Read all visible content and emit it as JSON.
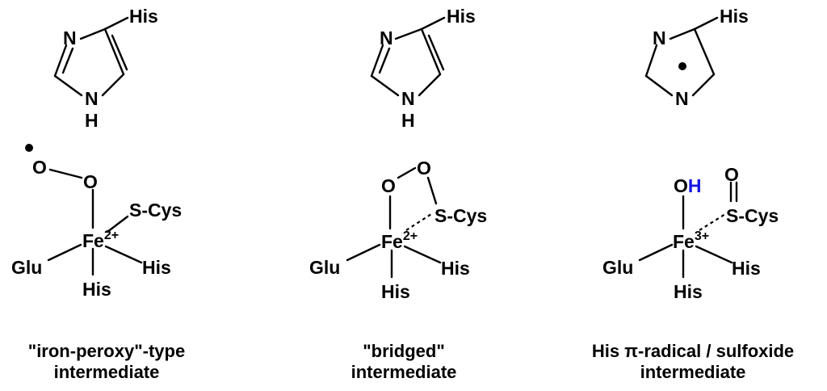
{
  "colors": {
    "ink": "#000000",
    "highlight": "#1414e6"
  },
  "structures": [
    {
      "imidazole": {
        "substituent": "His",
        "n_top": "N",
        "n_bottom": "N",
        "h_bottom": "H"
      },
      "complex": {
        "o1": "O",
        "o2": "O",
        "metal": "Fe",
        "charge": "2+",
        "cys": "S-Cys",
        "glu": "Glu",
        "his_right": "His",
        "his_bottom": "His"
      },
      "caption": [
        "\"iron-peroxy\"-type",
        "intermediate"
      ]
    },
    {
      "imidazole": {
        "substituent": "His",
        "n_top": "N",
        "n_bottom": "N",
        "h_bottom": "H"
      },
      "complex": {
        "o1": "O",
        "o2": "O",
        "metal": "Fe",
        "charge": "2+",
        "cys": "S-Cys",
        "glu": "Glu",
        "his_right": "His",
        "his_bottom": "His"
      },
      "caption": [
        "\"bridged\"",
        "intermediate"
      ]
    },
    {
      "imidazole": {
        "substituent": "His",
        "n_top": "N",
        "n_bottom": "N"
      },
      "complex": {
        "o": "O",
        "h": "H",
        "o_sulfoxide": "O",
        "metal": "Fe",
        "charge": "3+",
        "cys": "S-Cys",
        "glu": "Glu",
        "his_right": "His",
        "his_bottom": "His"
      },
      "caption": [
        "His π-radical / sulfoxide",
        "intermediate"
      ]
    }
  ]
}
